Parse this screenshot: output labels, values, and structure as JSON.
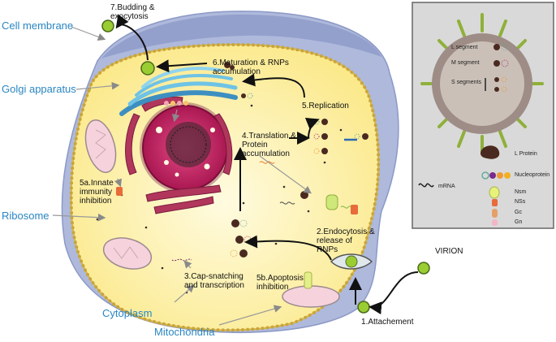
{
  "structures": {
    "cell_membrane": "Cell membrane",
    "golgi": "Golgi apparatus",
    "ribosome": "Ribosome",
    "cytoplasm": "Cytoplasm",
    "mitochondria": "Mitochondria"
  },
  "steps": {
    "budding": "7.Budding &\nexocytosis",
    "maturation": "6.Maturation & RNPs\naccumulation",
    "replication": "5.Replication",
    "translation": "4.Translation &\nProtein\naccumulation",
    "innate": "5a.Innate\nimmunity\ninhibition",
    "endocytosis": "2.Endocytosis &\nrelease of\nRNPs",
    "cap": "3.Cap-snatching\nand transcription",
    "apoptosis": "5b.Apoptosis\ninhibition",
    "attachment": "1.Attachement",
    "virion": "VIRION"
  },
  "legend": {
    "l_segment": "L segment",
    "m_segment": "M segment",
    "s_segments": "S segments",
    "l_protein": "L Protein",
    "nucleoprotein": "Nucleoprotein",
    "mrna": "mRNA",
    "nsm": "Nsm",
    "nss": "NSs",
    "gc": "Gc",
    "gn": "Gn"
  },
  "colors": {
    "cell_outer": "#aeb9dc",
    "cytoplasm": "#fdf3a6",
    "membrane_dots": "#d8b94a",
    "nucleus": "#c2185b",
    "golgi": "#6ec3e6",
    "mitochondria": "#f6d3dc",
    "er": "#b1365c",
    "virion": "#9acd32",
    "legend_bg": "#d9d9d9",
    "virion_body": "#9e8c86",
    "label_blue": "#2a86c2"
  }
}
